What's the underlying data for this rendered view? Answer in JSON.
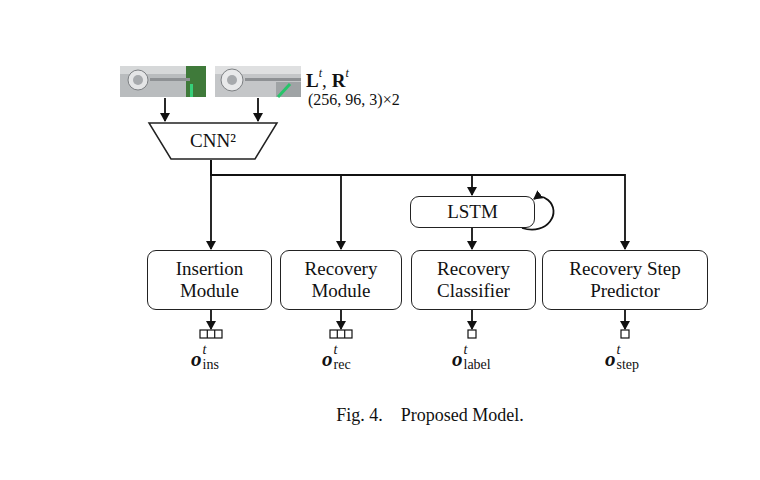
{
  "diagram": {
    "caption": "Fig. 4.    Proposed Model.",
    "nodes": [
      {
        "text": [
          "CNN²"
        ]
      },
      {
        "text": [
          "LSTM"
        ]
      },
      {
        "text": [
          "Insertion Module"
        ]
      },
      {
        "text": [
          "Recovery Module"
        ]
      },
      {
        "text": [
          "Recovery Classifier"
        ]
      },
      {
        "text": [
          "Recovery Step Predictor"
        ]
      }
    ],
    "edges": [
      {
        "from": 0,
        "to": 2,
        "arrow": "to"
      },
      {
        "from": 0,
        "to": 3,
        "arrow": "to"
      },
      {
        "from": 0,
        "to": 1,
        "arrow": "to"
      },
      {
        "from": 1,
        "to": 4,
        "arrow": "to"
      },
      {
        "from": 0,
        "to": 5,
        "arrow": "to"
      }
    ],
    "labels": [
      "L",
      "t",
      ",",
      "R",
      "t",
      "(256, 96, 3)×2",
      "o",
      "t",
      "ins",
      "o",
      "t",
      "rec",
      "o",
      "t",
      "label",
      "o",
      "t",
      "step"
    ]
  }
}
